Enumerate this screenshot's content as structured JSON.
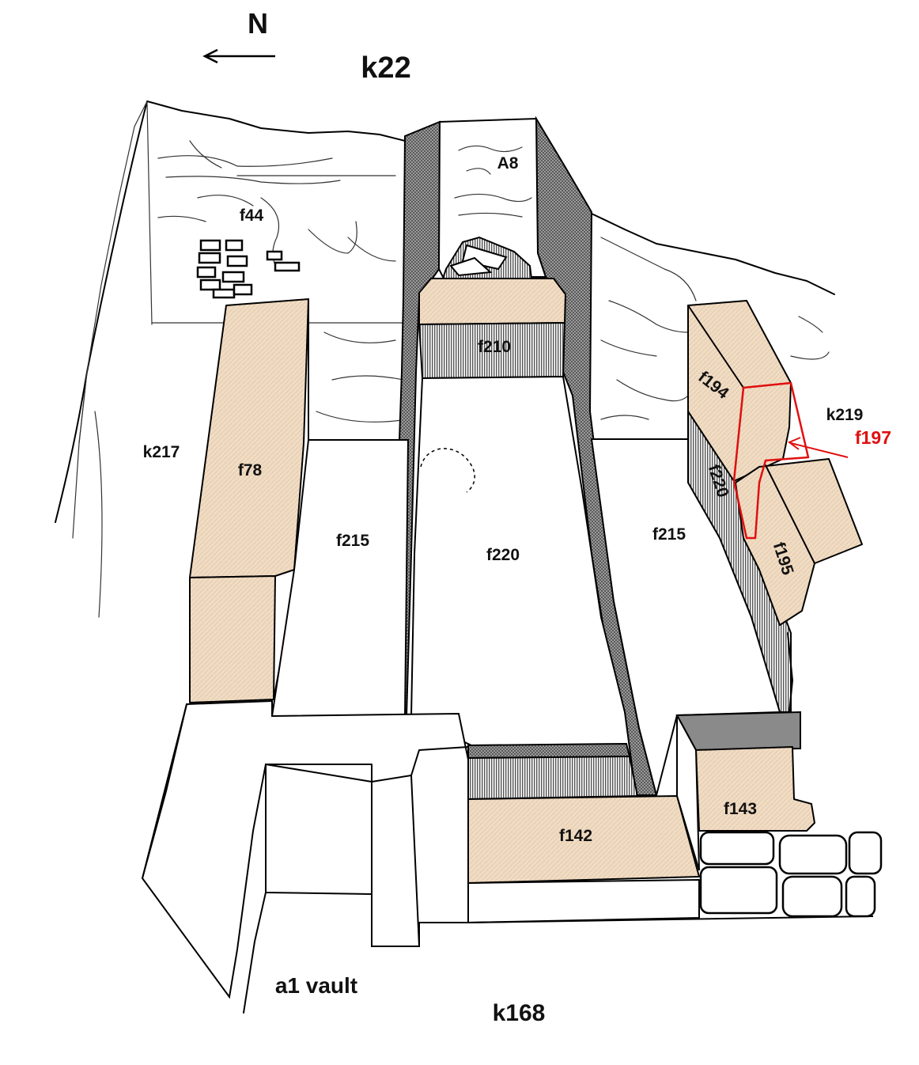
{
  "compass": {
    "label": "N"
  },
  "title": "k22",
  "labels": {
    "A8": "A8",
    "f44": "f44",
    "f210": "f210",
    "f194": "f194",
    "k219": "k219",
    "f197": "f197",
    "k217": "k217",
    "f78": "f78",
    "f215_left": "f215",
    "f220_center": "f220",
    "f215_right": "f215",
    "f220_side": "f220",
    "f195": "f195",
    "f142": "f142",
    "f143": "f143",
    "a1_vault": "a1 vault",
    "k168": "k168"
  },
  "colors": {
    "stone_fill": "#f0dcc4",
    "mortar_dark": "#6e6e6e",
    "mortar_light": "#b4b4b4",
    "slab_gray": "#8a8a8a",
    "highlight": "#e01010",
    "ink": "#000000"
  }
}
